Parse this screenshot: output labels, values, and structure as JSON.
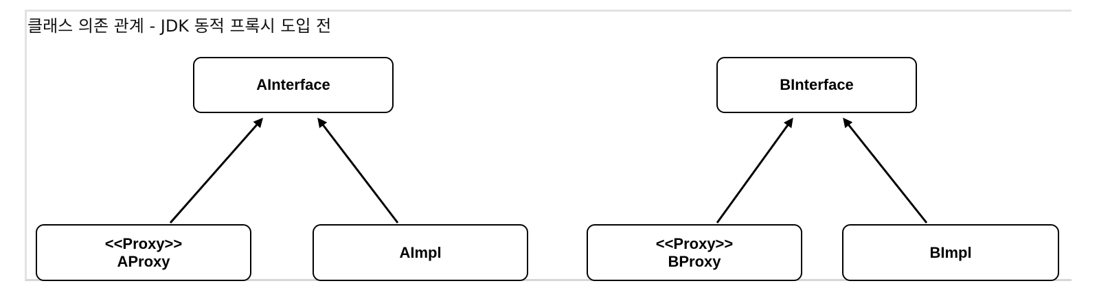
{
  "title": "클래스 의존 관계 - JDK 동적 프록시 도입 전",
  "nodes": {
    "a_interface": {
      "label": "AInterface"
    },
    "b_interface": {
      "label": "BInterface"
    },
    "a_proxy": {
      "stereotype": "<<Proxy>>",
      "label": "AProxy"
    },
    "a_impl": {
      "label": "AImpl"
    },
    "b_proxy": {
      "stereotype": "<<Proxy>>",
      "label": "BProxy"
    },
    "b_impl": {
      "label": "BImpl"
    }
  },
  "edges": [
    {
      "from": "a_proxy",
      "to": "a_interface",
      "type": "realization-arrow"
    },
    {
      "from": "a_impl",
      "to": "a_interface",
      "type": "realization-arrow"
    },
    {
      "from": "b_proxy",
      "to": "b_interface",
      "type": "realization-arrow"
    },
    {
      "from": "b_impl",
      "to": "b_interface",
      "type": "realization-arrow"
    }
  ],
  "colors": {
    "stroke": "#000000",
    "frame_border": "#e2e2e2",
    "background": "#ffffff"
  }
}
